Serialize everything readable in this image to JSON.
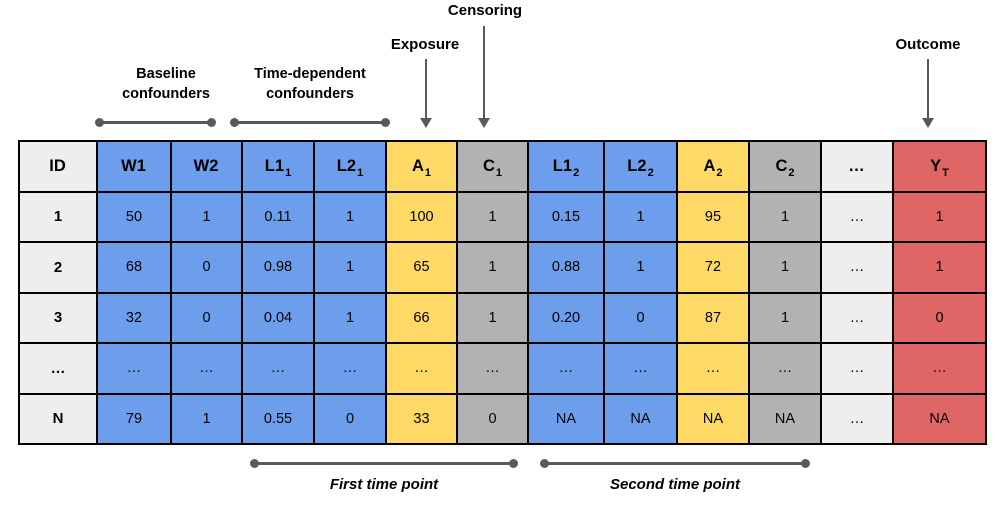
{
  "colors": {
    "blue": "#6d9eeb",
    "yellow": "#ffd966",
    "gray": "#b2b2b2",
    "light": "#eeeeee",
    "red": "#e06666",
    "line": "#595959",
    "border": "#000000"
  },
  "annotations": {
    "baseline_line1": "Baseline",
    "baseline_line2": "confounders",
    "timedep_line1": "Time-dependent",
    "timedep_line2": "confounders",
    "exposure": "Exposure",
    "censoring": "Censoring",
    "outcome": "Outcome",
    "first_time_point": "First time point",
    "second_time_point": "Second time point"
  },
  "table": {
    "header": [
      {
        "base": "ID",
        "sub": ""
      },
      {
        "base": "W1",
        "sub": ""
      },
      {
        "base": "W2",
        "sub": ""
      },
      {
        "base": "L1",
        "sub": "1"
      },
      {
        "base": "L2",
        "sub": "1"
      },
      {
        "base": "A",
        "sub": "1"
      },
      {
        "base": "C",
        "sub": "1"
      },
      {
        "base": "L1",
        "sub": "2"
      },
      {
        "base": "L2",
        "sub": "2"
      },
      {
        "base": "A",
        "sub": "2"
      },
      {
        "base": "C",
        "sub": "2"
      },
      {
        "base": "…",
        "sub": ""
      },
      {
        "base": "Y",
        "sub": "T"
      }
    ],
    "rows": [
      {
        "cells": [
          "1",
          "50",
          "1",
          "0.11",
          "1",
          "100",
          "1",
          "0.15",
          "1",
          "95",
          "1",
          "…",
          "1"
        ]
      },
      {
        "cells": [
          "2",
          "68",
          "0",
          "0.98",
          "1",
          "65",
          "1",
          "0.88",
          "1",
          "72",
          "1",
          "…",
          "1"
        ]
      },
      {
        "cells": [
          "3",
          "32",
          "0",
          "0.04",
          "1",
          "66",
          "1",
          "0.20",
          "0",
          "87",
          "1",
          "…",
          "0"
        ]
      },
      {
        "cells": [
          "…",
          "…",
          "…",
          "…",
          "…",
          "…",
          "…",
          "…",
          "…",
          "…",
          "…",
          "…",
          "…"
        ]
      },
      {
        "cells": [
          "N",
          "79",
          "1",
          "0.55",
          "0",
          "33",
          "0",
          "NA",
          "NA",
          "NA",
          "NA",
          "…",
          "NA"
        ]
      }
    ]
  }
}
